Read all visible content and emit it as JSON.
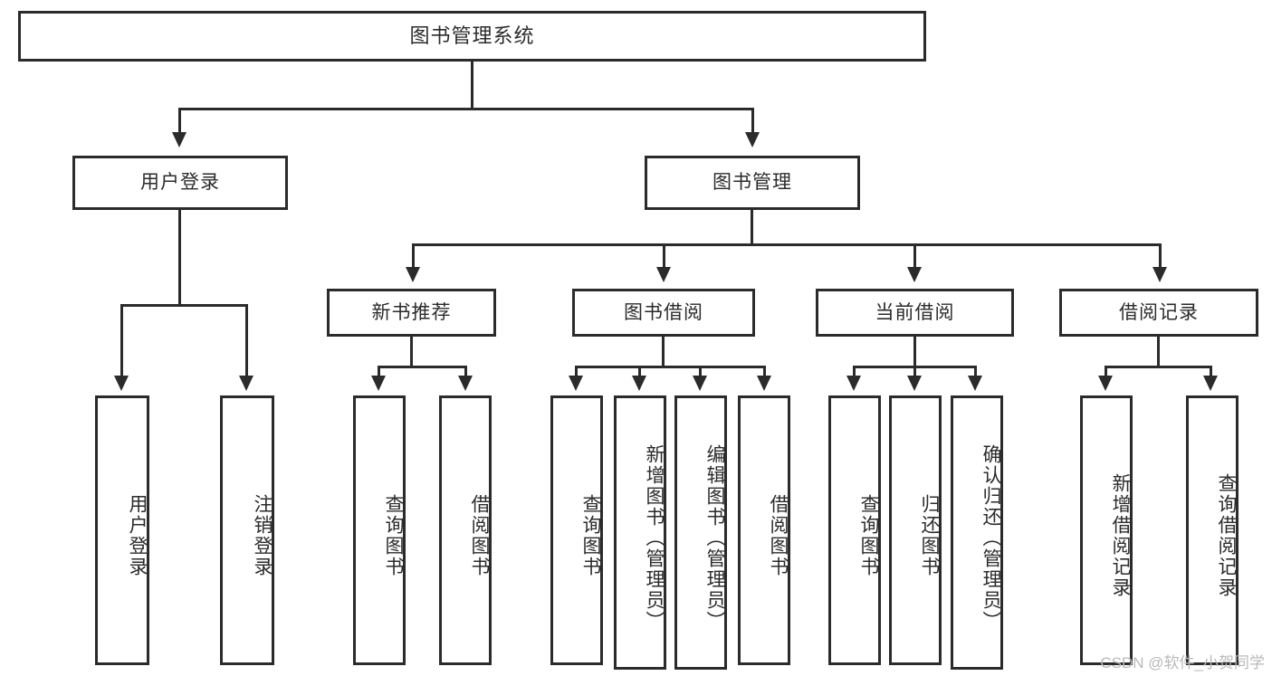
{
  "diagram": {
    "title": "图书管理系统",
    "type": "tree-hierarchy-chart",
    "watermark": "CSDN @软件_小贺同学",
    "colors": {
      "stroke": "#2b2b2b",
      "fill": "#ffffff",
      "text": "#2b2b2b",
      "watermark": "#b9b9b9"
    },
    "root": {
      "label": "图书管理系统"
    },
    "level1": [
      {
        "label": "用户登录"
      },
      {
        "label": "图书管理"
      }
    ],
    "level2": [
      {
        "label": "新书推荐"
      },
      {
        "label": "图书借阅"
      },
      {
        "label": "当前借阅"
      },
      {
        "label": "借阅记录"
      }
    ],
    "leaves": {
      "user_login": [
        {
          "label": "用户登录"
        },
        {
          "label": "注销登录"
        }
      ],
      "new_book_recommend": [
        {
          "label": "查询图书"
        },
        {
          "label": "借阅图书"
        }
      ],
      "book_borrow": [
        {
          "label": "查询图书"
        },
        {
          "label": "新增图书（管理员）"
        },
        {
          "label": "编辑图书（管理员）"
        },
        {
          "label": "借阅图书"
        }
      ],
      "current_borrow": [
        {
          "label": "查询图书"
        },
        {
          "label": "归还图书"
        },
        {
          "label": "确认归还（管理员）"
        }
      ],
      "borrow_record": [
        {
          "label": "新增借阅记录"
        },
        {
          "label": "查询借阅记录"
        }
      ]
    }
  }
}
